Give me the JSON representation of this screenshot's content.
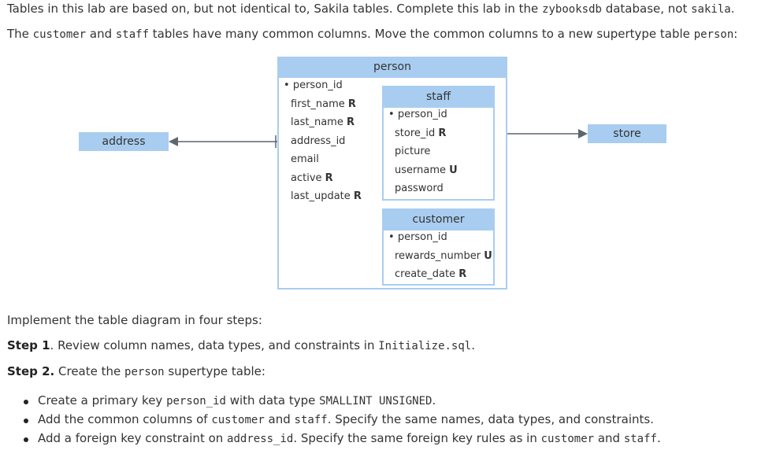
{
  "intro": {
    "p1_a": "Tables in this lab are based on, but not identical to, Sakila tables. Complete this lab in the ",
    "p1_code1": "zybooksdb",
    "p1_b": " database, not ",
    "p1_code2": "sakila",
    "p1_c": ".",
    "p2_a": "The ",
    "p2_code1": "customer",
    "p2_b": " and ",
    "p2_code2": "staff",
    "p2_c": " tables have many common columns. Move the common columns to a new supertype table ",
    "p2_code3": "person",
    "p2_d": ":"
  },
  "diagram": {
    "person": {
      "title": "person",
      "pk": "person_id",
      "columns": [
        {
          "name": "first_name",
          "flag": "R"
        },
        {
          "name": "last_name",
          "flag": "R"
        },
        {
          "name": "address_id",
          "flag": ""
        },
        {
          "name": "email",
          "flag": ""
        },
        {
          "name": "active",
          "flag": "R"
        },
        {
          "name": "last_update",
          "flag": "R"
        }
      ]
    },
    "staff": {
      "title": "staff",
      "pk": "person_id",
      "columns": [
        {
          "name": "store_id",
          "flag": "R"
        },
        {
          "name": "picture",
          "flag": ""
        },
        {
          "name": "username",
          "flag": "U"
        },
        {
          "name": "password",
          "flag": ""
        }
      ]
    },
    "customer": {
      "title": "customer",
      "pk": "person_id",
      "columns": [
        {
          "name": "rewards_number",
          "flag": "U"
        },
        {
          "name": "create_date",
          "flag": "R"
        }
      ]
    },
    "address_label": "address",
    "store_label": "store",
    "bullet": "•"
  },
  "steps": {
    "intro": "Implement the table diagram in four steps:",
    "step1_label": "Step 1",
    "step1_a": ". Review column names, data types, and constraints in ",
    "step1_code": "Initialize.sql",
    "step1_b": ".",
    "step2_label": "Step 2.",
    "step2_a": " Create the ",
    "step2_code": "person",
    "step2_b": " supertype table:",
    "bullets": [
      {
        "a": "Create a primary key ",
        "code1": "person_id",
        "b": " with data type ",
        "code2": "SMALLINT UNSIGNED",
        "c": ".",
        "code3": "",
        "d": ""
      },
      {
        "a": "Add the common columns of ",
        "code1": "customer",
        "b": " and ",
        "code2": "staff",
        "c": ". Specify the same names, data types, and constraints.",
        "code3": "",
        "d": ""
      },
      {
        "a": "Add a foreign key constraint on ",
        "code1": "address_id",
        "b": ". Specify the same foreign key rules as in ",
        "code2": "customer",
        "c": " and ",
        "code3": "staff",
        "d": "."
      }
    ]
  },
  "colors": {
    "table_header": "#a9cdf0",
    "arrow": "#5c6770"
  }
}
